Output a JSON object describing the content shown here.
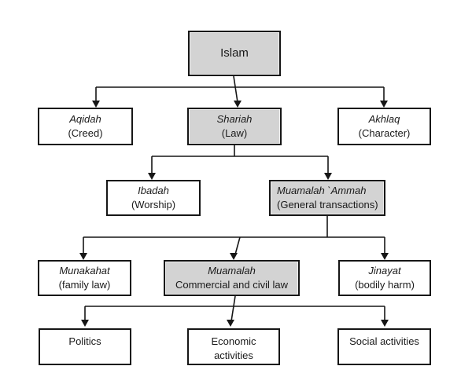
{
  "diagram": {
    "description": "Hierarchy chart of Islam dividing into creed, law and character, with Islamic law subdivided into worship and general transactions, then family law, commercial and civil law, bodily harm, and finally politics, economic activities and social activities",
    "colors": {
      "shaded_fill": "#d3d3d3",
      "plain_fill": "#ffffff",
      "border": "#161616",
      "connector": "#161616",
      "text": "#1a1a1a",
      "background": "#ffffff"
    },
    "nodes": {
      "islam": {
        "line1": "Islam"
      },
      "aqidah": {
        "line1": "Aqidah",
        "line2": "(Creed)"
      },
      "shariah": {
        "line1": "Shariah",
        "line2": "(Law)"
      },
      "akhlaq": {
        "line1": "Akhlaq",
        "line2": "(Character)"
      },
      "ibadah": {
        "line1": "Ibadah",
        "line2": "(Worship)"
      },
      "muamalah_ammah": {
        "line1": "Muamalah  `Ammah",
        "line2": "(General transactions)"
      },
      "munakahat": {
        "line1": "Munakahat",
        "line2": "(family law)"
      },
      "muamalah": {
        "line1": "Muamalah",
        "line2": "Commercial and civil law"
      },
      "jinayat": {
        "line1": "Jinayat",
        "line2": "(bodily harm)"
      },
      "politics": {
        "line1": "Politics"
      },
      "economic": {
        "line1": "Economic",
        "line2": "activities"
      },
      "social": {
        "line1": "Social activities"
      }
    }
  }
}
